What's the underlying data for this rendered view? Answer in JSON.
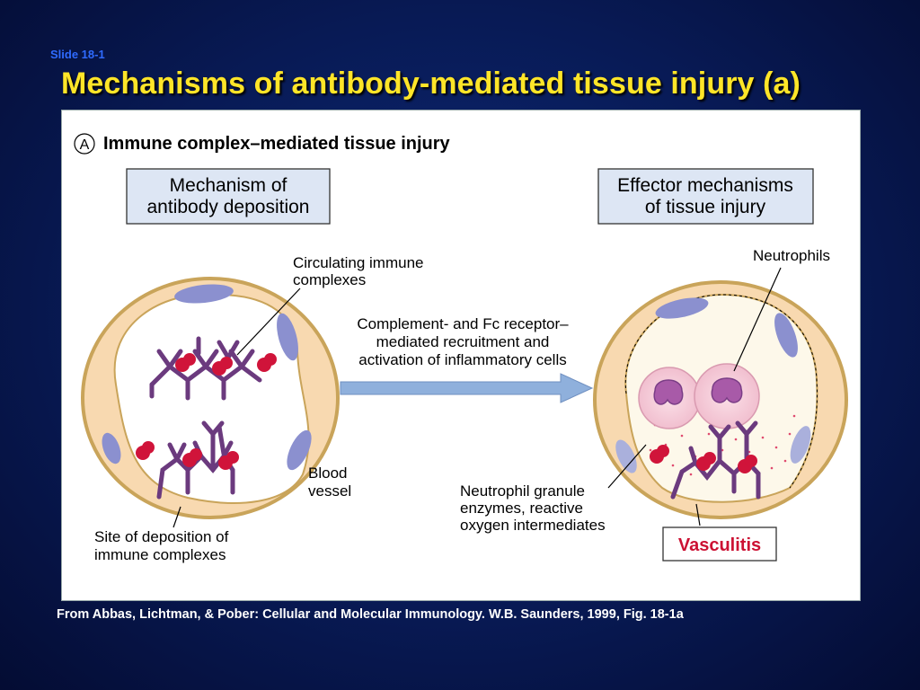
{
  "slide_number": "Slide 18-1",
  "title": "Mechanisms of antibody-mediated tissue injury (a)",
  "figure": {
    "panel_letter": "A",
    "panel_title": "Immune complex–mediated tissue injury",
    "box_left": [
      "Mechanism of",
      "antibody deposition"
    ],
    "box_right": [
      "Effector mechanisms",
      "of tissue injury"
    ],
    "label_circulating": [
      "Circulating immune",
      "complexes"
    ],
    "label_arrow": [
      "Complement- and Fc receptor–",
      "mediated recruitment and",
      "activation of inflammatory cells"
    ],
    "label_blood_vessel": [
      "Blood",
      "vessel"
    ],
    "label_site": [
      "Site of deposition of",
      "immune complexes"
    ],
    "label_neutrophils": "Neutrophils",
    "label_granule": [
      "Neutrophil granule",
      "enzymes, reactive",
      "oxygen intermediates"
    ],
    "label_vasculitis": "Vasculitis",
    "colors": {
      "vessel_wall": "#f8d9b0",
      "vessel_outline": "#c9a45a",
      "endothelial_nucleus": "#8b90cf",
      "antibody": "#6b3a7e",
      "antigen": "#d0143a",
      "arrow": "#8fb0dc",
      "label_box_fill": "#dde6f4",
      "vasculitis_text": "#cc1133",
      "neutrophil": "#f3c4d2"
    }
  },
  "footer": "From Abbas, Lichtman, & Pober: Cellular and Molecular Immunology. W.B. Saunders, 1999, Fig. 18-1a"
}
